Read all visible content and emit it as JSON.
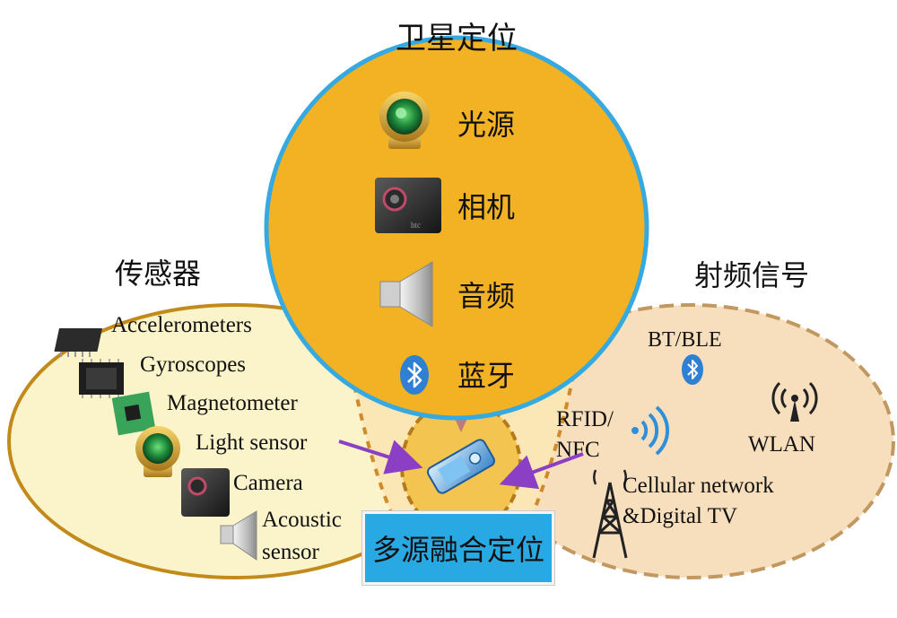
{
  "satellite": {
    "title": "卫星定位",
    "items": [
      "光源",
      "相机",
      "音频",
      "蓝牙"
    ]
  },
  "sensors": {
    "title": "传感器",
    "items": [
      "Accelerometers",
      "Gyroscopes",
      "Magnetometer",
      "Light sensor",
      "Camera",
      "Acoustic",
      "sensor"
    ]
  },
  "radio": {
    "title": "射频信号",
    "bt": "BT/BLE",
    "wlan": "WLAN",
    "rfid_line1": "RFID/",
    "rfid_line2": "NFC",
    "cellular_line1": "Cellular network",
    "cellular_line2": "&Digital TV"
  },
  "center": {
    "label": "多源融合定位"
  },
  "colors": {
    "satellite_fill": "#f2b224",
    "satellite_stroke": "#35a9e0",
    "sensor_fill": "#fbf3c9",
    "sensor_stroke": "#c28a1a",
    "radio_fill": "#f7dfbd",
    "radio_stroke": "#c09860",
    "arrow": "#8a3fc4",
    "center_box": "#29a9e3"
  },
  "icons": [
    "chip-icon",
    "gyro-chip-icon",
    "pcb-icon",
    "light-sensor-icon",
    "camera-icon",
    "speaker-icon",
    "bluetooth-icon",
    "wifi-antenna-icon",
    "nfc-wave-icon",
    "cell-tower-icon",
    "smartphone-icon"
  ]
}
